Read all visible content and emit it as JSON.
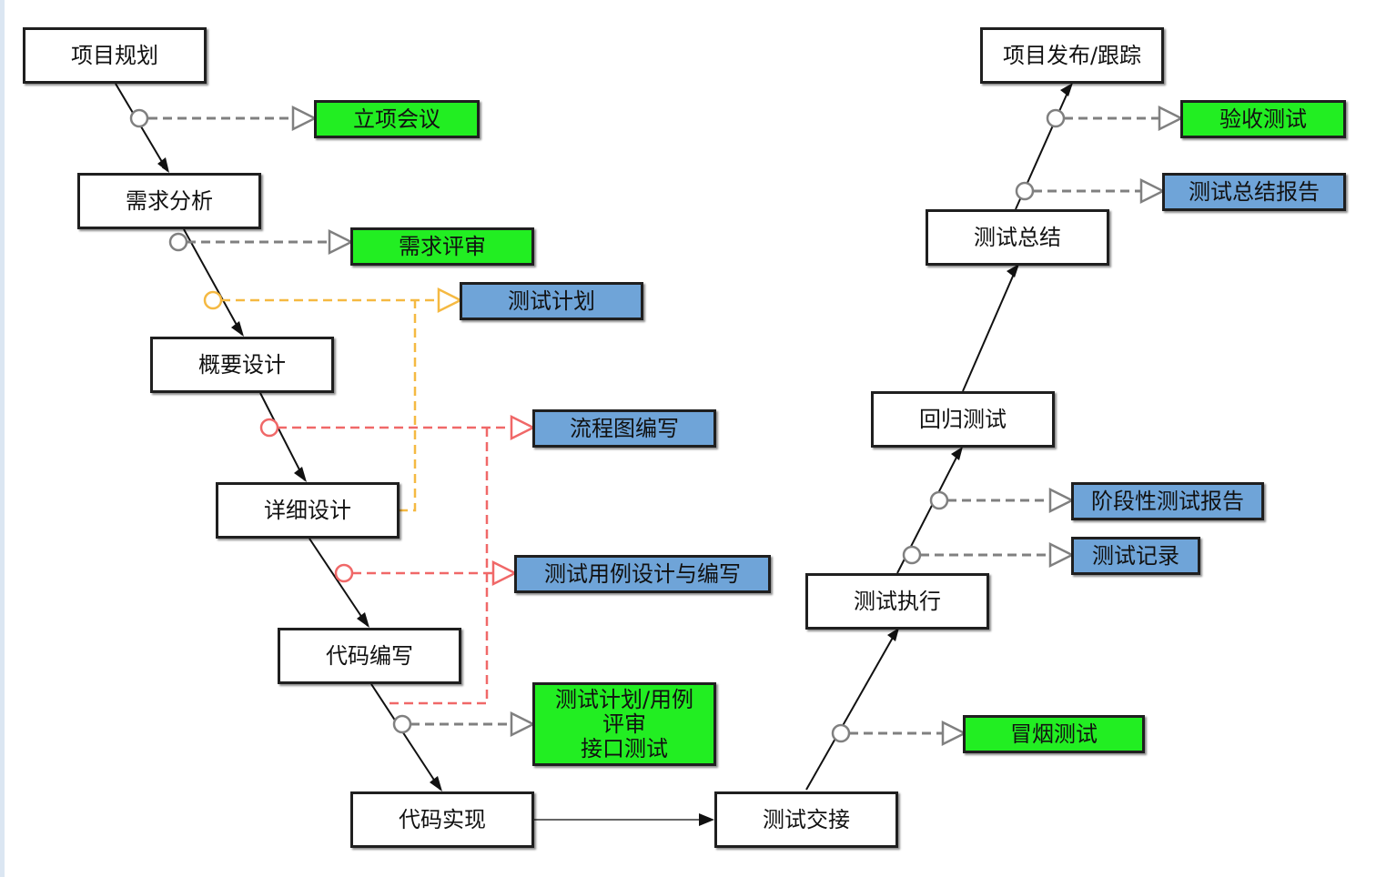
{
  "nodes": {
    "project_planning": "项目规划",
    "kickoff_meeting": "立项会议",
    "requirement_analysis": "需求分析",
    "requirement_review": "需求评审",
    "test_plan": "测试计划",
    "outline_design": "概要设计",
    "flowchart_writing": "流程图编写",
    "detailed_design": "详细设计",
    "test_case_design": "测试用例设计与编写",
    "code_writing": "代码编写",
    "plan_case_review": "测试计划/用例\n评审\n接口测试",
    "code_implementation": "代码实现",
    "test_handover": "测试交接",
    "smoke_test": "冒烟测试",
    "test_execution": "测试执行",
    "test_record": "测试记录",
    "stage_test_report": "阶段性测试报告",
    "regression_test": "回归测试",
    "test_summary": "测试总结",
    "test_summary_report": "测试总结报告",
    "acceptance_test": "验收测试",
    "release_tracking": "项目发布/跟踪"
  },
  "colors": {
    "process": "#ffffff",
    "activity_green": "#22ee22",
    "document_blue": "#6fa4d8",
    "link_gray": "#808080",
    "link_orange": "#f5b942",
    "link_red": "#f06868",
    "main_line": "#111111"
  }
}
